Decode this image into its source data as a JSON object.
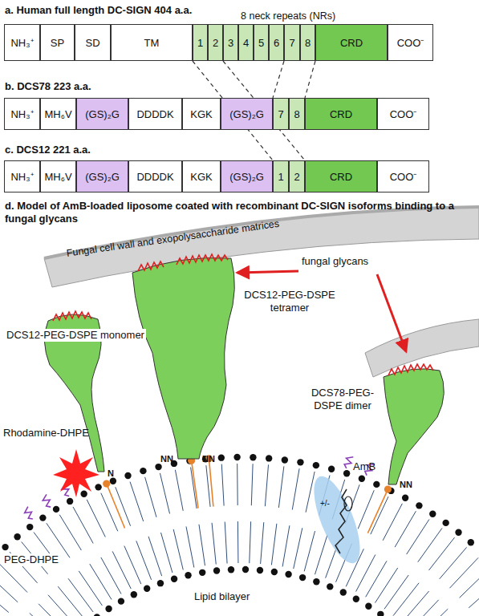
{
  "diagram": {
    "nodes": [
      {
        "text": [
          "NH₃⁺"
        ]
      },
      {
        "text": [
          "SP"
        ]
      },
      {
        "text": [
          "SD"
        ]
      },
      {
        "text": [
          "TM"
        ]
      },
      {
        "text": [
          "1"
        ]
      },
      {
        "text": [
          "2"
        ]
      },
      {
        "text": [
          "3"
        ]
      },
      {
        "text": [
          "4"
        ]
      },
      {
        "text": [
          "5"
        ]
      },
      {
        "text": [
          "6"
        ]
      },
      {
        "text": [
          "7"
        ]
      },
      {
        "text": [
          "8"
        ]
      },
      {
        "text": [
          "CRD"
        ]
      },
      {
        "text": [
          "COO⁻"
        ]
      },
      {
        "text": [
          "NH₃⁺"
        ]
      },
      {
        "text": [
          "MH₆V"
        ]
      },
      {
        "text": [
          "(GS)₂G"
        ]
      },
      {
        "text": [
          "DDDDK"
        ]
      },
      {
        "text": [
          "KGK"
        ]
      },
      {
        "text": [
          "(GS)₂G"
        ]
      },
      {
        "text": [
          "7"
        ]
      },
      {
        "text": [
          "8"
        ]
      },
      {
        "text": [
          "CRD"
        ]
      },
      {
        "text": [
          "COO⁻"
        ]
      },
      {
        "text": [
          "NH₃⁺"
        ]
      },
      {
        "text": [
          "MH₆V"
        ]
      },
      {
        "text": [
          "(GS)₂G"
        ]
      },
      {
        "text": [
          "DDDDK"
        ]
      },
      {
        "text": [
          "KGK"
        ]
      },
      {
        "text": [
          "(GS)₂G"
        ]
      },
      {
        "text": [
          "1"
        ]
      },
      {
        "text": [
          "2"
        ]
      },
      {
        "text": [
          "CRD"
        ]
      },
      {
        "text": [
          "COO⁻"
        ]
      }
    ],
    "edges": [
      {
        "from": 4,
        "to": 30,
        "arrow": "none"
      },
      {
        "from": 5,
        "to": 31,
        "arrow": "none"
      },
      {
        "from": 10,
        "to": 20,
        "arrow": "none"
      },
      {
        "from": 11,
        "to": 21,
        "arrow": "none"
      }
    ],
    "labels": [
      "a. Human full length DC-SIGN 404 a.a.",
      "8 neck repeats (NRs)",
      "b. DCS78 223 a.a.",
      "c. DCS12 221 a.a.",
      "d. Model of AmB-loaded liposome coated with recombinant DC-SIGN isoforms binding to a fungal glycans",
      "Fungal cell wall and exopolysaccharide matrices",
      "fungal glycans",
      "DCS12-PEG-DSPE tetramer",
      "DCS12-PEG-DSPE monomer",
      "DCS78-PEG-DSPE dimer",
      "Rhodamine-DHPE",
      "AmB",
      "+/-",
      "PEG-DHPE",
      "Lipid bilayer",
      "N",
      "NN",
      "NN",
      "NN"
    ]
  }
}
